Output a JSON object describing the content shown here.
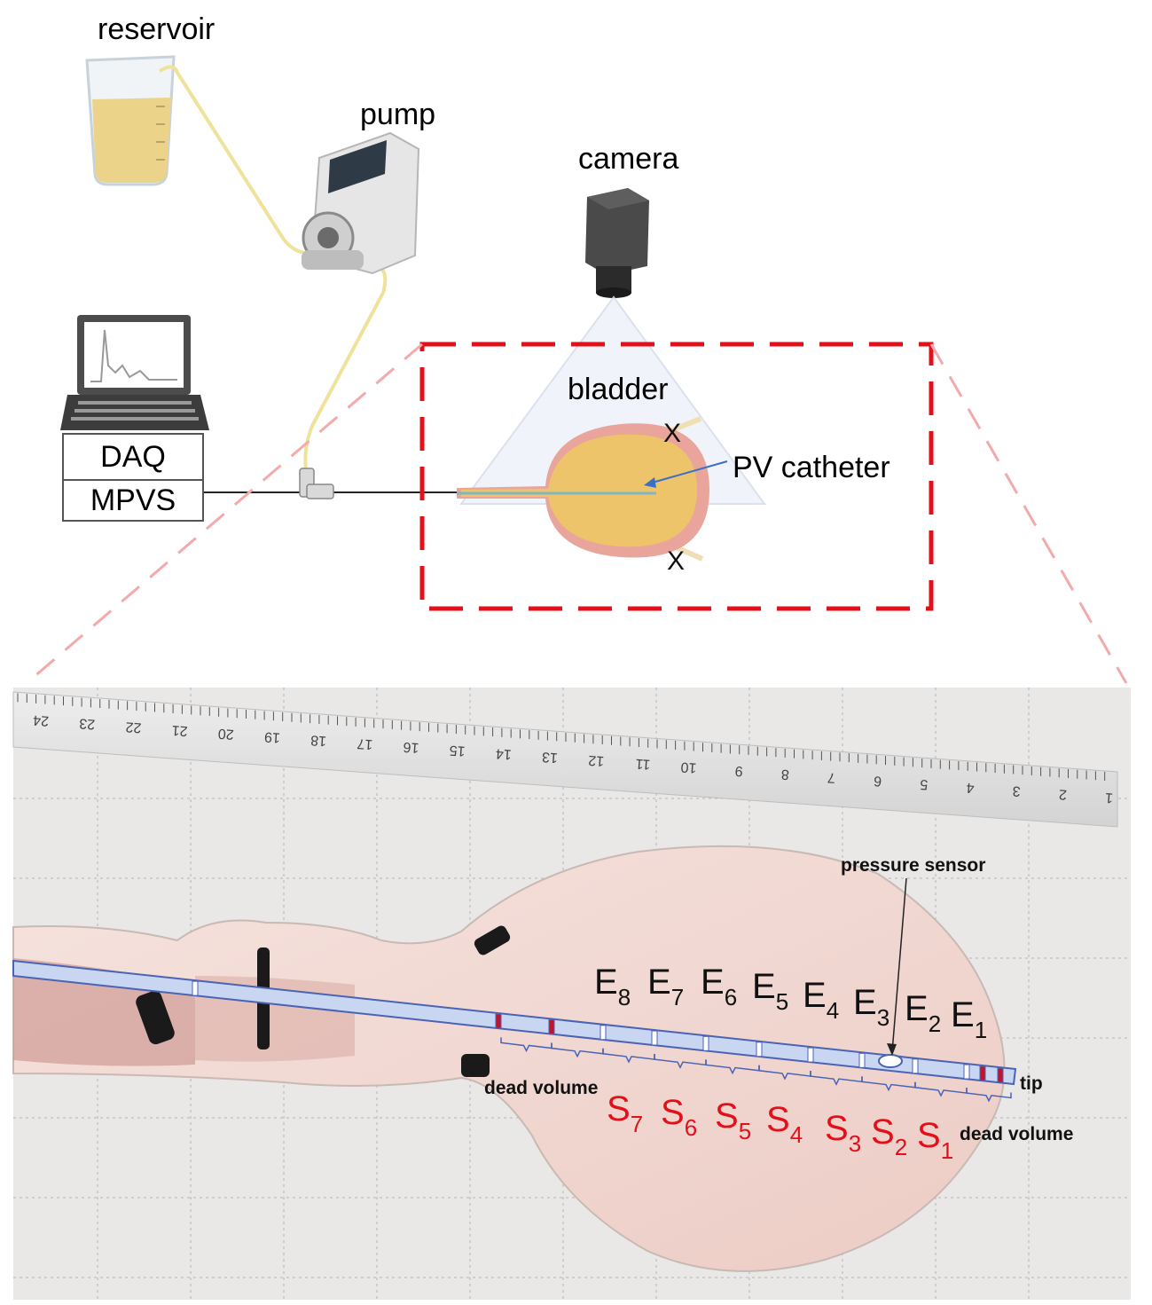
{
  "labels": {
    "reservoir": "reservoir",
    "pump": "pump",
    "camera": "camera",
    "bladder": "bladder",
    "pv_catheter": "PV catheter",
    "daq": "DAQ",
    "mpvs": "MPVS",
    "pressure_sensor": "pressure sensor",
    "tip": "tip",
    "dead_volume_left": "dead volume",
    "dead_volume_right": "dead volume"
  },
  "electrodes": [
    {
      "letter": "E",
      "index": "8"
    },
    {
      "letter": "E",
      "index": "7"
    },
    {
      "letter": "E",
      "index": "6"
    },
    {
      "letter": "E",
      "index": "5"
    },
    {
      "letter": "E",
      "index": "4"
    },
    {
      "letter": "E",
      "index": "3"
    },
    {
      "letter": "E",
      "index": "2"
    },
    {
      "letter": "E",
      "index": "1"
    }
  ],
  "segments": [
    {
      "letter": "S",
      "index": "7"
    },
    {
      "letter": "S",
      "index": "6"
    },
    {
      "letter": "S",
      "index": "5"
    },
    {
      "letter": "S",
      "index": "4"
    },
    {
      "letter": "S",
      "index": "3"
    },
    {
      "letter": "S",
      "index": "2"
    },
    {
      "letter": "S",
      "index": "1"
    }
  ],
  "ruler_ticks": [
    "24",
    "23",
    "22",
    "21",
    "20",
    "19",
    "18",
    "17",
    "16",
    "15",
    "14",
    "13",
    "12",
    "11",
    "10",
    "9",
    "8",
    "7",
    "6",
    "5",
    "4",
    "3",
    "2",
    "1"
  ],
  "colors": {
    "dashed_box": "#e3101a",
    "segment_text": "#e3101a",
    "tubing": "#efe29a",
    "fluid": "#f0d27a",
    "catheter": "#c9d6f2",
    "tissue": "#f2d9d4"
  }
}
